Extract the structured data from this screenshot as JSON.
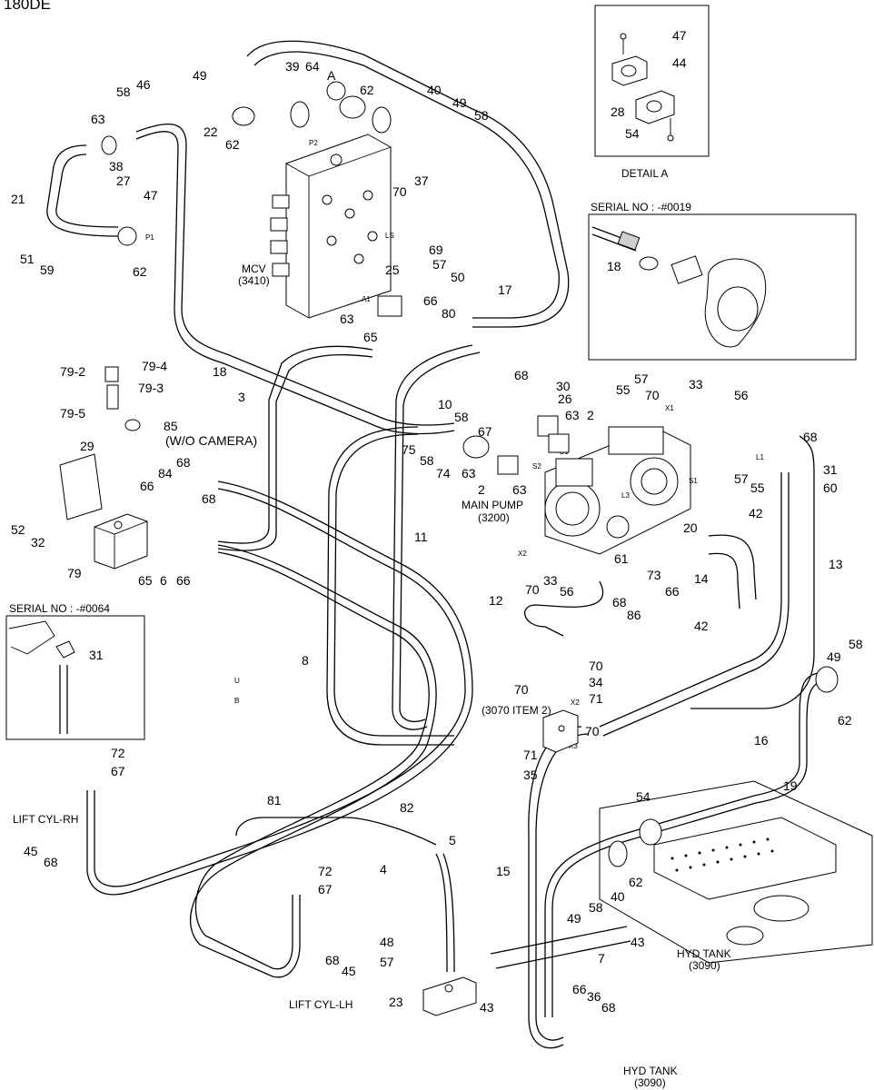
{
  "title": "180DE",
  "captions": {
    "detail_a": "DETAIL A",
    "serial_0019": "SERIAL NO : -#0019",
    "serial_0064": "SERIAL NO : -#0064",
    "mcv": "MCV",
    "mcv_ref": "(3410)",
    "main_pump": "MAIN PUMP",
    "main_pump_ref": "(3200)",
    "wo_camera": "(W/O CAMERA)",
    "item_3070": "(3070 ITEM 2)",
    "lift_rh": "LIFT CYL-RH",
    "lift_lh": "LIFT CYL-LH",
    "hyd_tank": "HYD TANK",
    "hyd_tank_ref": "(3090)",
    "hyd_tank_2": "HYD TANK",
    "hyd_tank_2_ref": "(3090)"
  },
  "ports": {
    "a": "A",
    "p2": "P2",
    "p1": "P1",
    "ls": "LS",
    "a1": "A1",
    "u": "U",
    "b": "B",
    "x1": "X1",
    "l1": "L1",
    "b1": "B1",
    "s2": "S2",
    "l3": "L3",
    "s1": "S1",
    "x2": "X2",
    "x3": "X3",
    "u2": "U",
    "b2": "B",
    "x2b": "X2"
  },
  "callouts": [
    "47",
    "44",
    "28",
    "54",
    "49",
    "39",
    "64",
    "62",
    "40",
    "49",
    "58",
    "46",
    "58",
    "63",
    "38",
    "22",
    "62",
    "27",
    "47",
    "21",
    "51",
    "59",
    "62",
    "70",
    "37",
    "69",
    "57",
    "50",
    "17",
    "25",
    "66",
    "80",
    "63",
    "65",
    "18",
    "79-2",
    "79-4",
    "79-3",
    "79-5",
    "85",
    "29",
    "52",
    "32",
    "79",
    "66",
    "84",
    "68",
    "68",
    "65",
    "6",
    "66",
    "3",
    "68",
    "30",
    "10",
    "58",
    "67",
    "26",
    "2",
    "63",
    "75",
    "58",
    "74",
    "63",
    "2",
    "63",
    "55",
    "57",
    "70",
    "33",
    "56",
    "68",
    "31",
    "60",
    "57",
    "55",
    "20",
    "42",
    "14",
    "13",
    "73",
    "61",
    "70",
    "33",
    "56",
    "68",
    "86",
    "66",
    "42",
    "12",
    "11",
    "31",
    "8",
    "70",
    "70",
    "34",
    "71",
    "70",
    "71",
    "35",
    "49",
    "58",
    "62",
    "16",
    "19",
    "72",
    "67",
    "45",
    "68",
    "81",
    "82",
    "5",
    "4",
    "72",
    "67",
    "54",
    "40",
    "62",
    "58",
    "49",
    "43",
    "48",
    "57",
    "23",
    "43",
    "68",
    "45",
    "7",
    "15",
    "66",
    "36",
    "68",
    "18"
  ]
}
